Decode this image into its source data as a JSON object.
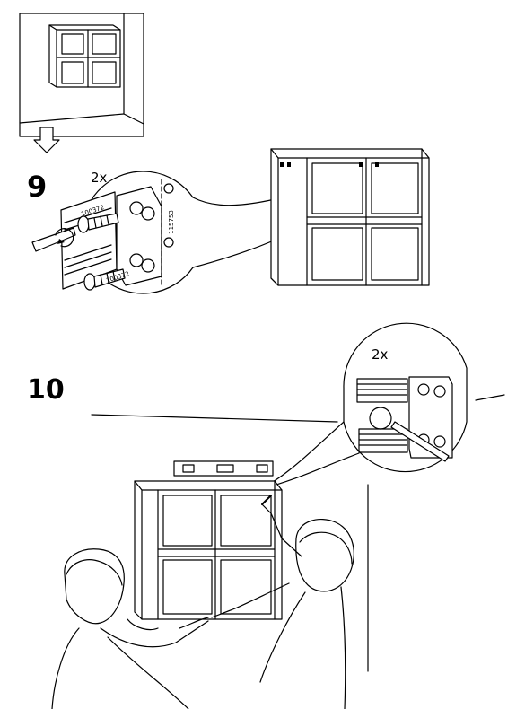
{
  "steps": [
    {
      "number": "9",
      "quantity": "2x",
      "part_numbers": [
        "100372",
        "100372",
        "115753"
      ]
    },
    {
      "number": "10",
      "quantity": "2x"
    }
  ],
  "icons": {
    "next_arrow": "down-arrow-icon",
    "level": "spirit-level-icon",
    "screwdriver": "screwdriver-icon",
    "screw": "screw-icon",
    "bracket": "bracket-icon"
  }
}
